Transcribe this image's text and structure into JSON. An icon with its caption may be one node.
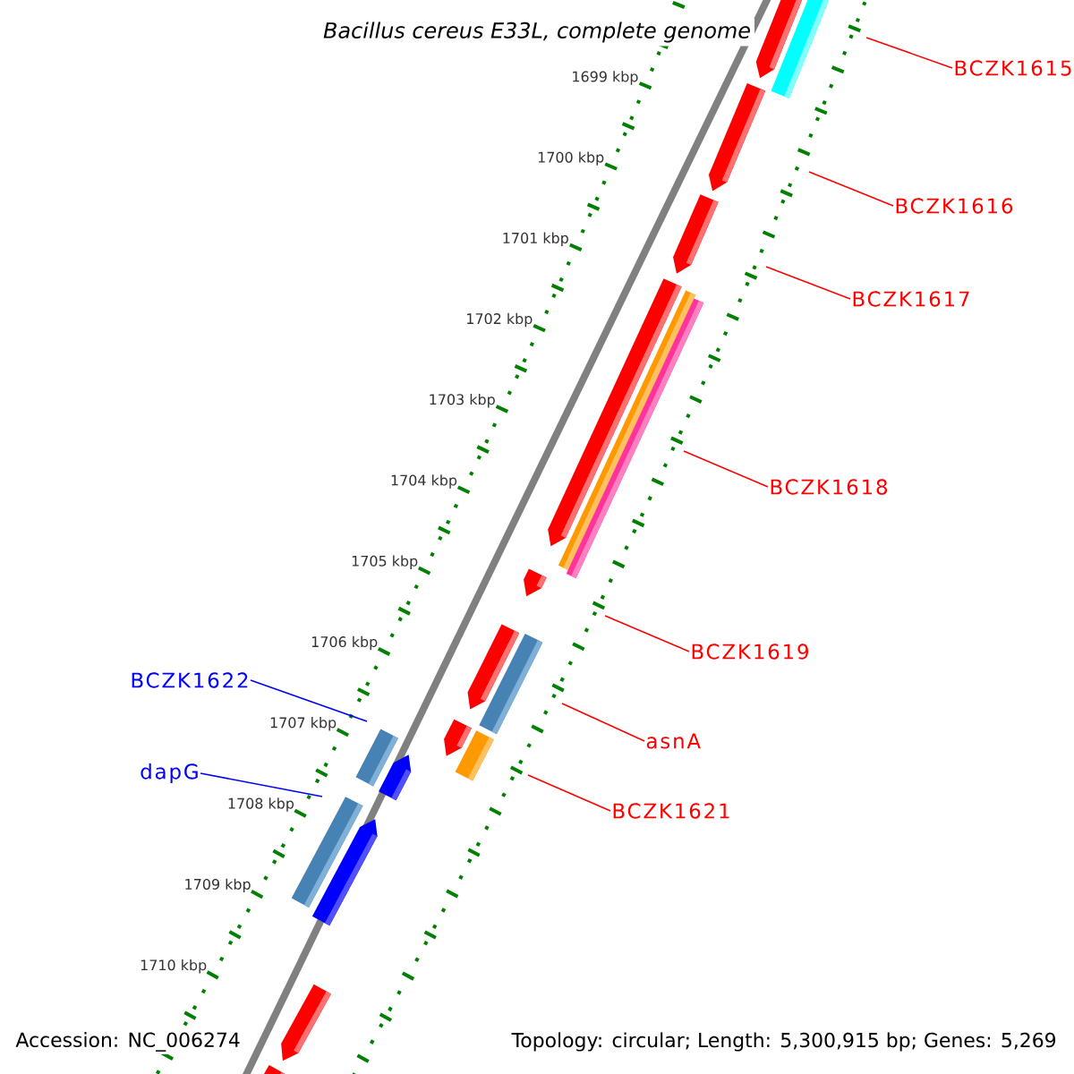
{
  "diagram": {
    "title": "Bacillus cereus E33L, complete genome",
    "nodes": [
      {
        "text": [
          "BCZK1615"
        ]
      },
      {
        "text": [
          "BCZK1616"
        ]
      },
      {
        "text": [
          "BCZK1617"
        ]
      },
      {
        "text": [
          "BCZK1618"
        ]
      },
      {
        "text": [
          "BCZK1619"
        ]
      },
      {
        "text": [
          "BCZK1622"
        ]
      },
      {
        "text": [
          "asnA"
        ]
      },
      {
        "text": [
          "dapG"
        ]
      },
      {
        "text": [
          "BCZK1621"
        ]
      }
    ],
    "edges": [
      {
        "from": 0,
        "to": null,
        "arrow": "none"
      },
      {
        "from": 1,
        "to": null,
        "arrow": "none"
      },
      {
        "from": 2,
        "to": null,
        "arrow": "none"
      },
      {
        "from": 3,
        "to": null,
        "arrow": "none"
      },
      {
        "from": 4,
        "to": null,
        "arrow": "none"
      },
      {
        "from": 5,
        "to": null,
        "arrow": "none",
        "color": "#0000ff"
      },
      {
        "from": 6,
        "to": null,
        "arrow": "none"
      },
      {
        "from": 7,
        "to": null,
        "arrow": "none",
        "color": "#0000ff"
      },
      {
        "from": 8,
        "to": null,
        "arrow": "none"
      }
    ],
    "labels": [
      "1699 kbp",
      "1700 kbp",
      "1701 kbp",
      "1702 kbp",
      "1703 kbp",
      "1704 kbp",
      "1705 kbp",
      "1706 kbp",
      "1707 kbp",
      "1708 kbp",
      "1709 kbp",
      "1710 kbp",
      "Accession: NC_006274",
      "Topology: circular; Length: 5,300,915 bp; Genes: 5,269"
    ]
  }
}
